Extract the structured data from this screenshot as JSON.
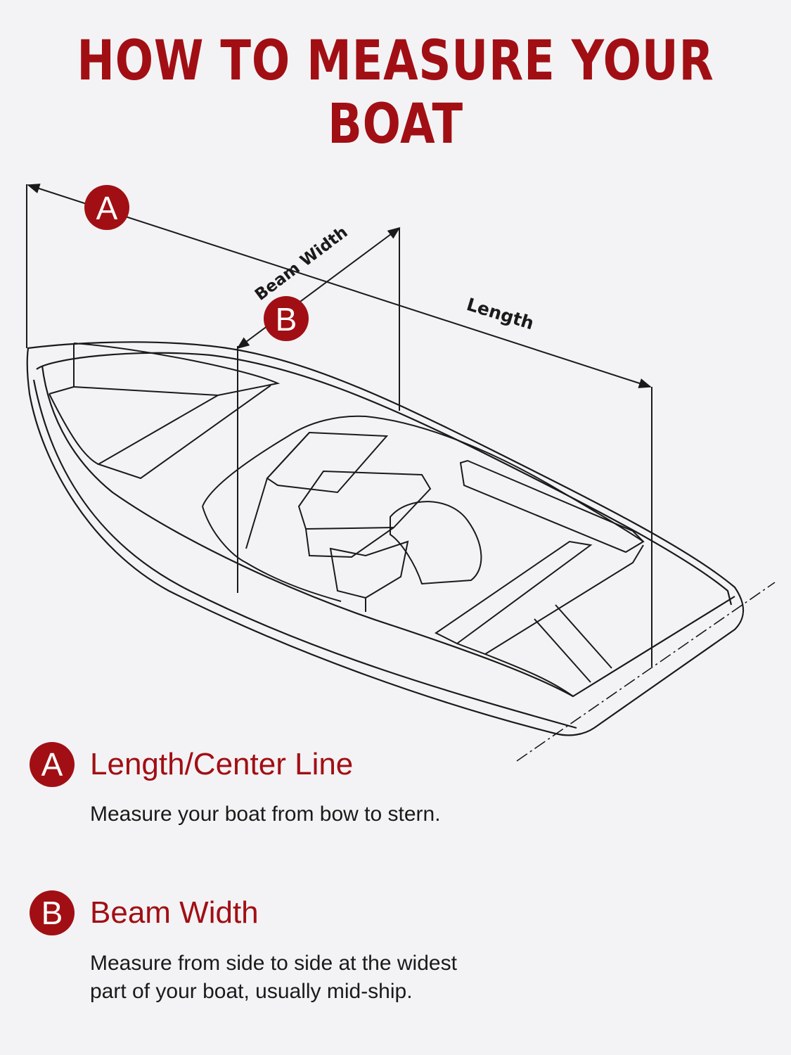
{
  "title": "HOW TO MEASURE YOUR BOAT",
  "diagram": {
    "marker_a": "A",
    "marker_b": "B",
    "label_length": "Length",
    "label_beam_width": "Beam Width"
  },
  "legend": [
    {
      "badge": "A",
      "title": "Length/Center Line",
      "description_lines": [
        "Measure your boat from bow to stern."
      ]
    },
    {
      "badge": "B",
      "title": "Beam Width",
      "description_lines": [
        "Measure from side to side at the widest",
        "part of your boat, usually mid-ship."
      ]
    }
  ],
  "colors": {
    "accent": "#a10f14",
    "line": "#1a1a1a",
    "background": "#f3f3f5"
  }
}
